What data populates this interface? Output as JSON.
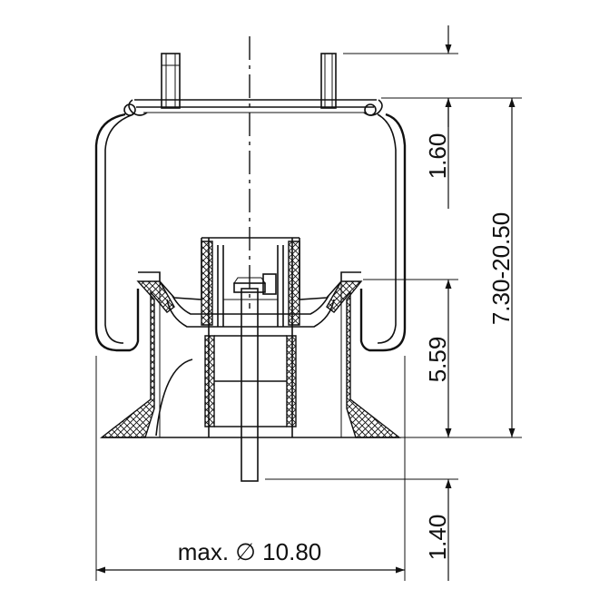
{
  "dimensions": {
    "upper_height": "1.60",
    "stroke_range": "7.30-20.50",
    "piston_height": "5.59",
    "stud_length": "1.40",
    "max_diameter": "max. ∅ 10.80"
  }
}
